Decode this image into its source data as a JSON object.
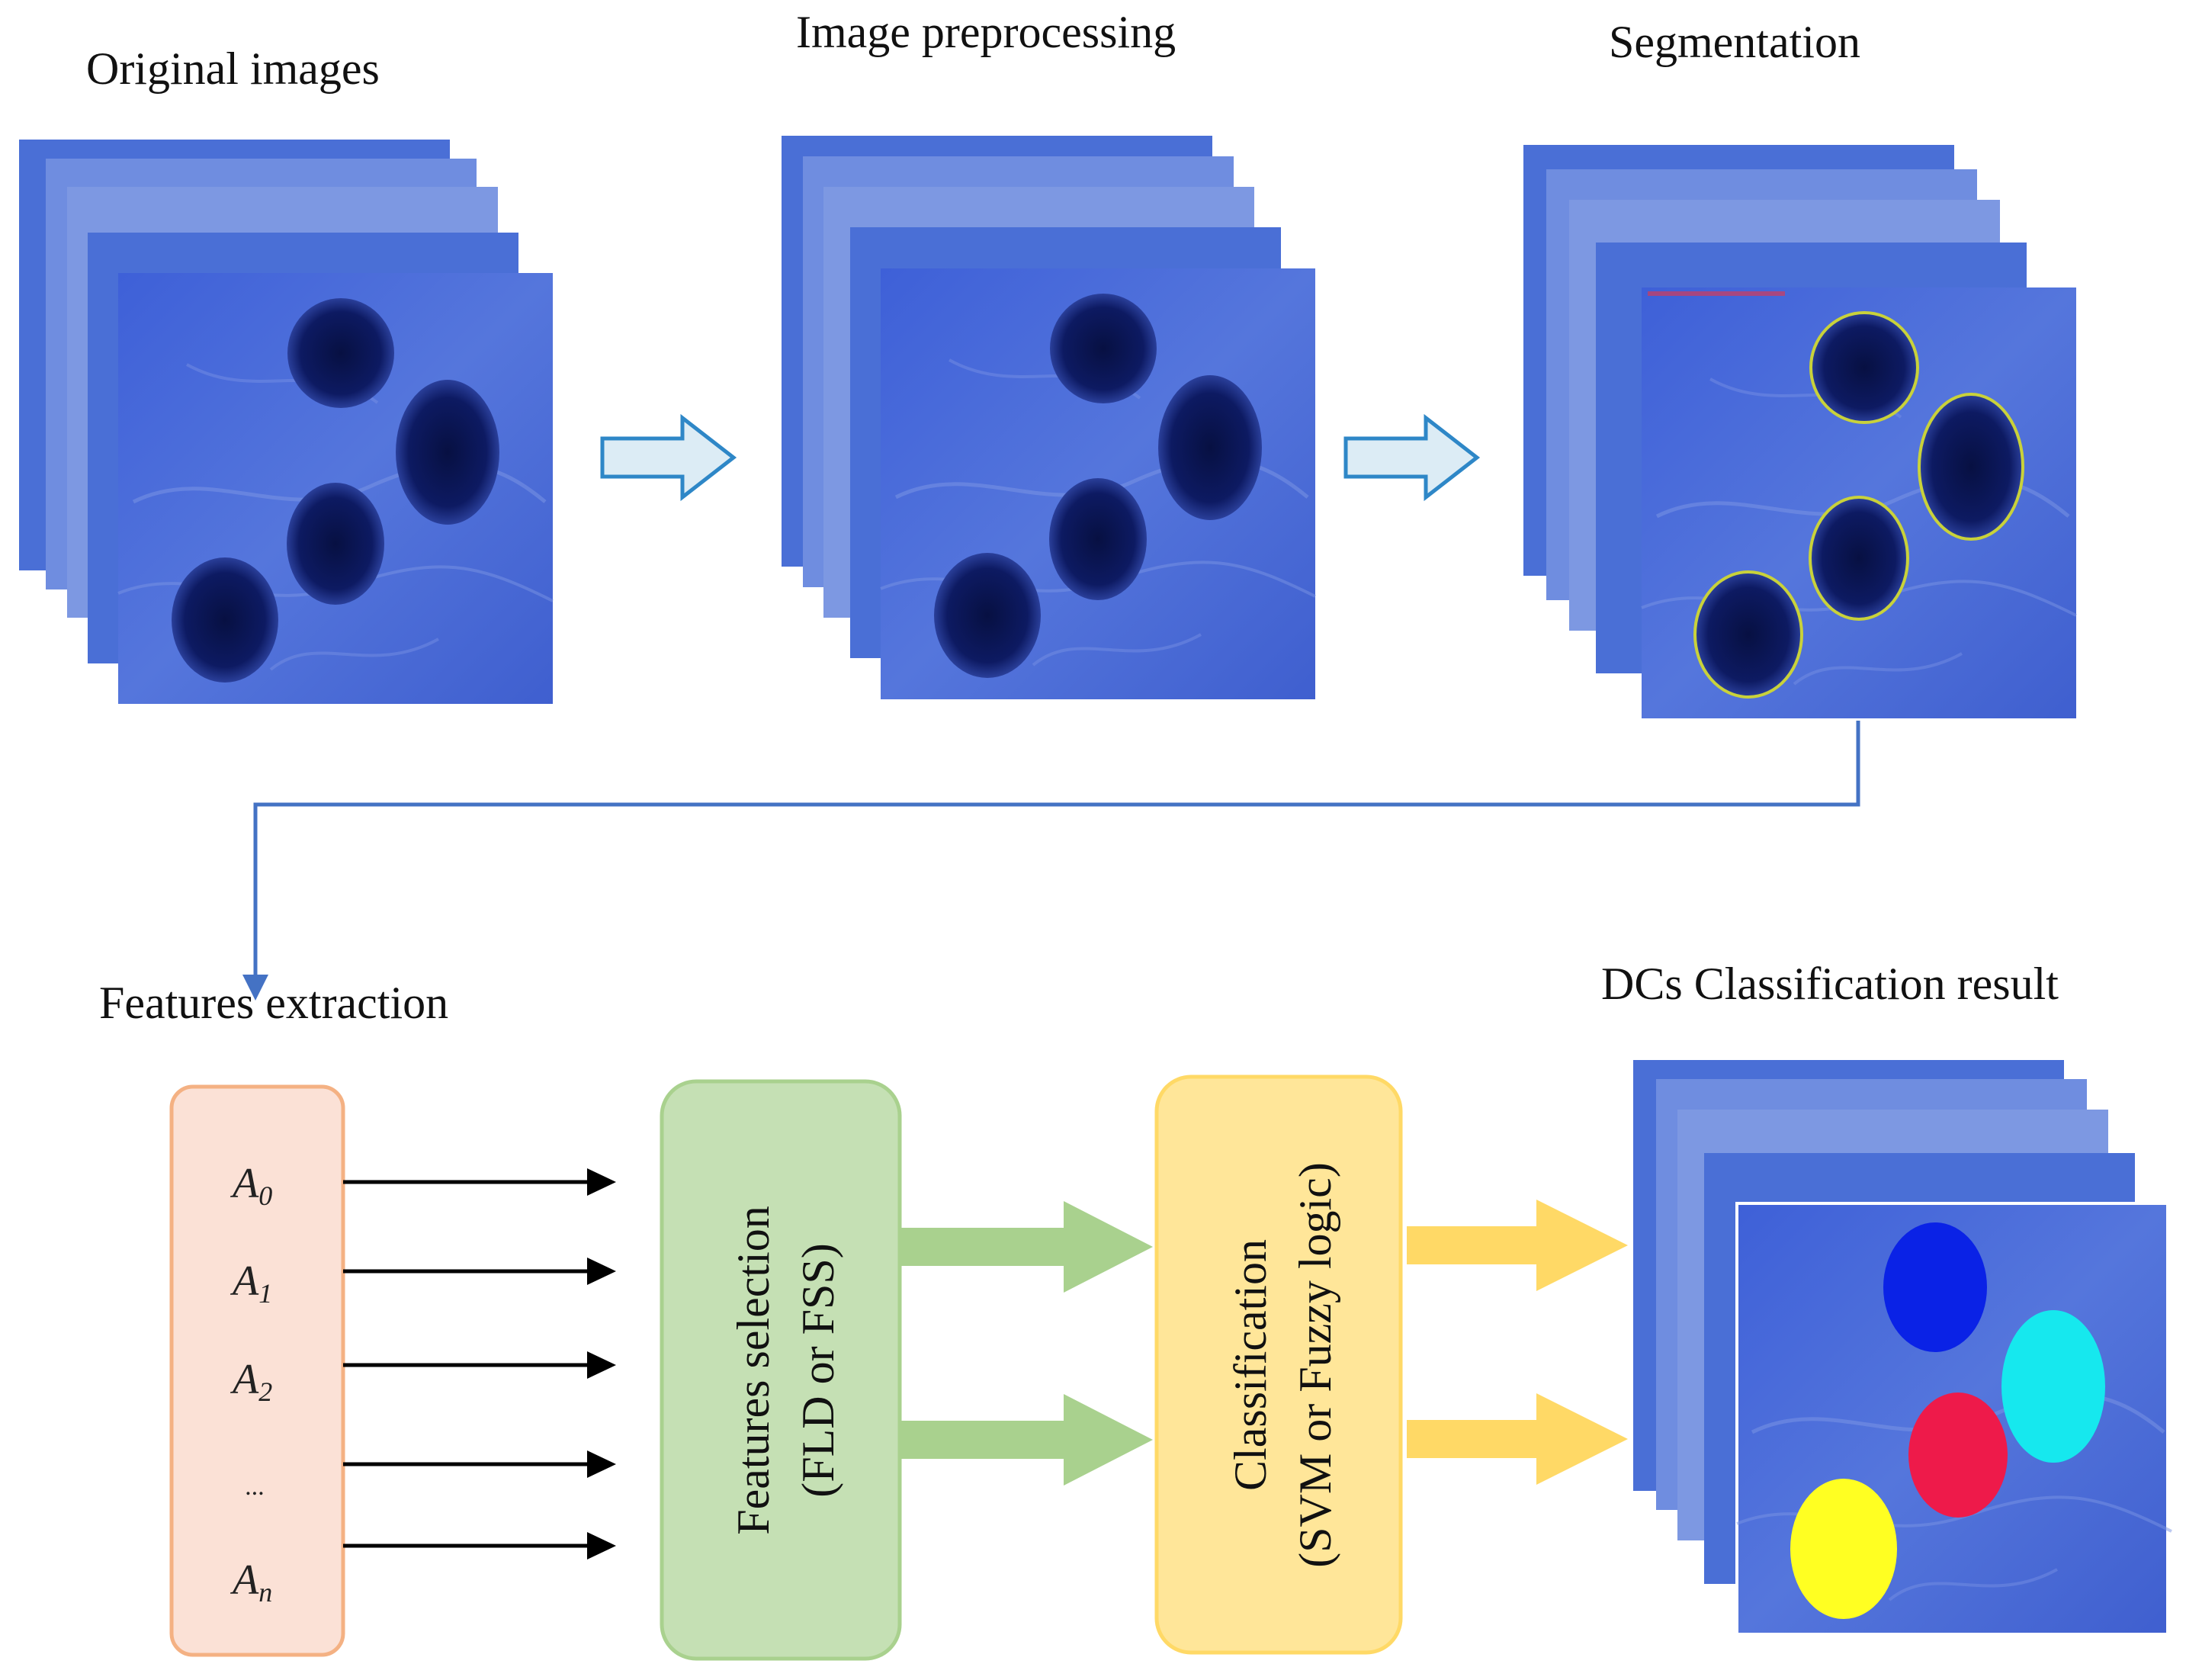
{
  "stages": {
    "original": "Original images",
    "preprocessing": "Image preprocessing",
    "segmentation": "Segmentation",
    "features_extraction": "Features extraction",
    "result": "DCs Classification result"
  },
  "features": [
    {
      "base": "A",
      "sub": "0"
    },
    {
      "base": "A",
      "sub": "1"
    },
    {
      "base": "A",
      "sub": "2"
    },
    {
      "base": "...",
      "sub": ""
    },
    {
      "base": "A",
      "sub": "n"
    }
  ],
  "selection_box": {
    "line1": "Features selection",
    "line2": "(FLD or FSS)"
  },
  "classification_box": {
    "line1": "Classification",
    "line2": "(SVM or Fuzzy logic)"
  },
  "colors": {
    "image_stack": "#4a6fd6",
    "cell_dark": "#0a1450",
    "contour": "#c9d23a",
    "features_box_fill": "#fbe1d6",
    "features_box_stroke": "#f4b183",
    "selection_fill": "#c5e0b4",
    "selection_stroke": "#a9d18e",
    "classification_fill": "#ffe699",
    "classification_stroke": "#ffd966",
    "green_arrow": "#a9d18e",
    "yellow_arrow": "#ffd966",
    "connector": "#4472c4",
    "result_colors": [
      "#0a22e6",
      "#16e8ee",
      "#ee1a4a",
      "#ffff22"
    ]
  }
}
